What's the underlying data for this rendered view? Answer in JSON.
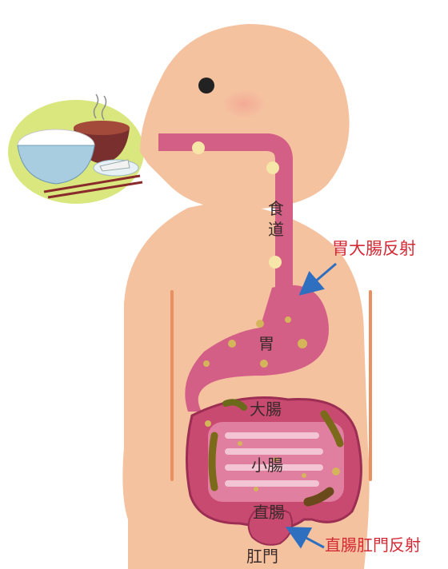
{
  "labels": {
    "esophagus": "食道",
    "stomach": "胃",
    "large_intestine": "大腸",
    "small_intestine": "小腸",
    "rectum": "直腸",
    "anus": "肛門"
  },
  "annotations": {
    "gastrocolic_reflex": "胃大腸反射",
    "rectoanal_reflex": "直腸肛門反射"
  },
  "colors": {
    "skin": "#f5c2a0",
    "organ": "#d35f86",
    "food": "#f6e6a8",
    "annotation_red": "#d42a36",
    "arrow_blue": "#2f6fbf"
  },
  "icons": [
    "meal-plate-icon",
    "rice-bowl-icon",
    "miso-soup-icon",
    "chopsticks-icon"
  ]
}
